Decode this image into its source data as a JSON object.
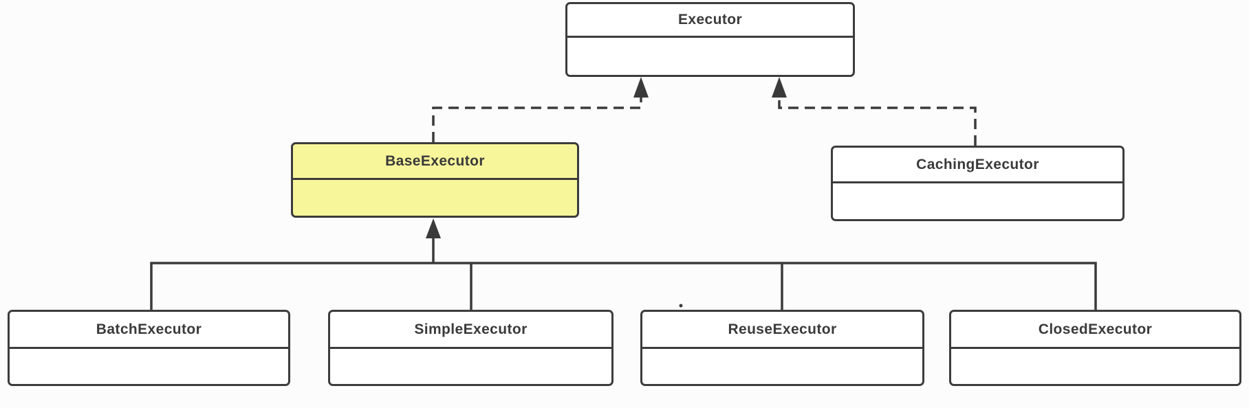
{
  "diagram": {
    "kind": "uml-class-hierarchy",
    "classes": [
      {
        "name": "Executor",
        "highlighted": false
      },
      {
        "name": "BaseExecutor",
        "highlighted": true
      },
      {
        "name": "CachingExecutor",
        "highlighted": false
      },
      {
        "name": "BatchExecutor",
        "highlighted": false
      },
      {
        "name": "SimpleExecutor",
        "highlighted": false
      },
      {
        "name": "ReuseExecutor",
        "highlighted": false
      },
      {
        "name": "ClosedExecutor",
        "highlighted": false
      }
    ],
    "relations": [
      {
        "from": "BaseExecutor",
        "to": "Executor",
        "line": "dashed",
        "arrow": "filled-triangle"
      },
      {
        "from": "CachingExecutor",
        "to": "Executor",
        "line": "dashed",
        "arrow": "filled-triangle"
      },
      {
        "from": "BatchExecutor",
        "to": "BaseExecutor",
        "line": "solid",
        "arrow": "filled-triangle"
      },
      {
        "from": "SimpleExecutor",
        "to": "BaseExecutor",
        "line": "solid",
        "arrow": "filled-triangle"
      },
      {
        "from": "ReuseExecutor",
        "to": "BaseExecutor",
        "line": "solid",
        "arrow": "filled-triangle"
      },
      {
        "from": "ClosedExecutor",
        "to": "BaseExecutor",
        "line": "solid",
        "arrow": "filled-triangle"
      }
    ],
    "colors": {
      "box-fill": "#FFFFFF",
      "box-highlight-fill": "#F7F69B",
      "box-border": "#3C3C3C",
      "line": "#3A3A3A",
      "text": "#3A3A3A",
      "background": "#FCFCFC"
    }
  }
}
